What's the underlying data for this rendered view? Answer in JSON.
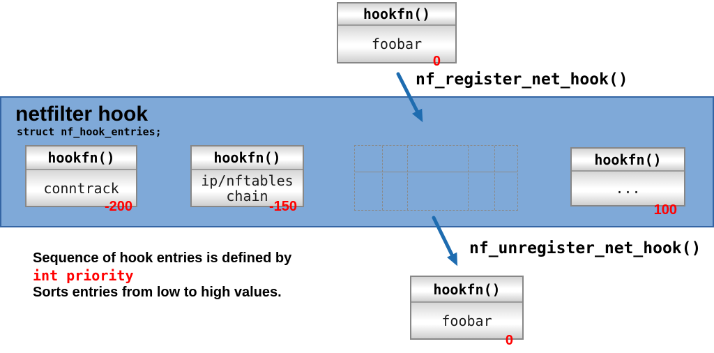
{
  "diagram": {
    "top_entry": {
      "header": "hookfn()",
      "body": "foobar",
      "priority": "0"
    },
    "register_label": "nf_register_net_hook()",
    "band": {
      "title": "netfilter hook",
      "subtitle": "struct nf_hook_entries;"
    },
    "entries": [
      {
        "header": "hookfn()",
        "body": "conntrack",
        "priority": "-200"
      },
      {
        "header": "hookfn()",
        "body": "ip/nftables chain",
        "priority": "-150"
      },
      {
        "header": "hookfn()",
        "body": "...",
        "priority": "100"
      }
    ],
    "unregister_label": "nf_unregister_net_hook()",
    "bottom_entry": {
      "header": "hookfn()",
      "body": "foobar",
      "priority": "0"
    },
    "note": {
      "line1": "Sequence of hook entries is defined by",
      "line2": "int priority",
      "line3": "Sorts entries from low to high values."
    },
    "colors": {
      "band_fill": "#7FA9D8",
      "band_border": "#3465A4",
      "arrow_blue": "#1E6CB0",
      "priority_red": "#FF0000"
    }
  }
}
